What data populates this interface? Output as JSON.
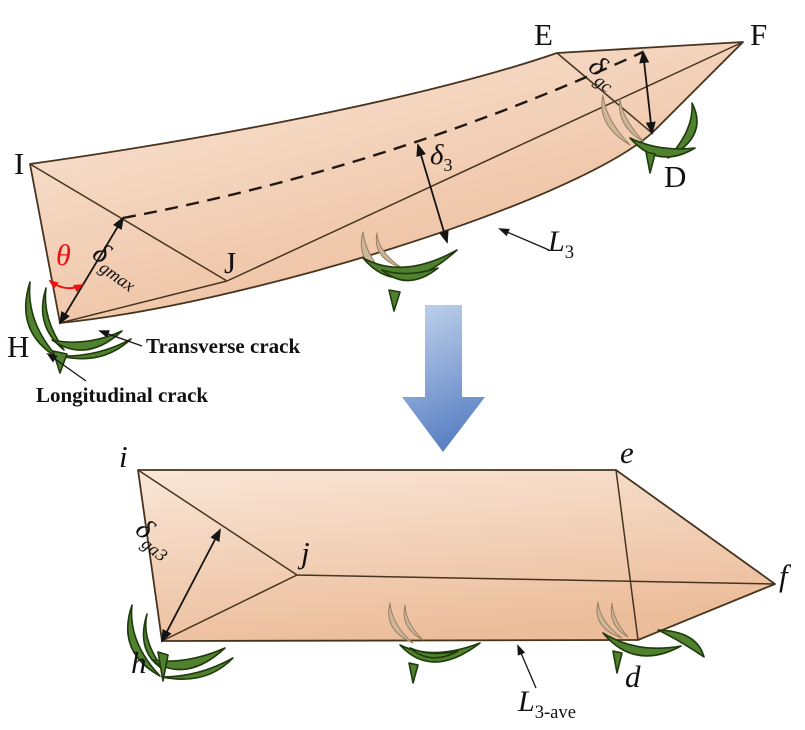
{
  "top_figure": {
    "vertices": {
      "I": "I",
      "E": "E",
      "F": "F",
      "D": "D",
      "J": "J",
      "H": "H"
    },
    "angle_label": "θ",
    "delta_gmax": {
      "symbol": "δ",
      "subscript": "gmax"
    },
    "delta_3": {
      "symbol": "δ",
      "subscript": "3"
    },
    "delta_gc": {
      "symbol": "δ",
      "subscript": "gc"
    },
    "length_label": {
      "symbol": "L",
      "subscript": "3"
    },
    "transverse_crack": "Transverse crack",
    "longitudinal_crack": "Longitudinal crack"
  },
  "bottom_figure": {
    "vertices": {
      "i": "i",
      "e": "e",
      "f": "f",
      "j": "j",
      "h": "h",
      "d": "d"
    },
    "delta_ga3": {
      "symbol": "δ",
      "subscript": "ga3"
    },
    "length_label": {
      "symbol": "L",
      "subscript": "3-ave"
    }
  },
  "colors": {
    "slab_light": "#fae8da",
    "slab_dark": "#ecba97",
    "outline": "#46341f",
    "crack_green": "#4f812f",
    "crack_outline": "#1f3a0c",
    "ghost_tan": "#cdb69c",
    "flow_arrow_top": "#c3d4ec",
    "flow_arrow_bottom": "#5d83c5",
    "angle_red": "#ec1212",
    "dimension_black": "#141414"
  }
}
